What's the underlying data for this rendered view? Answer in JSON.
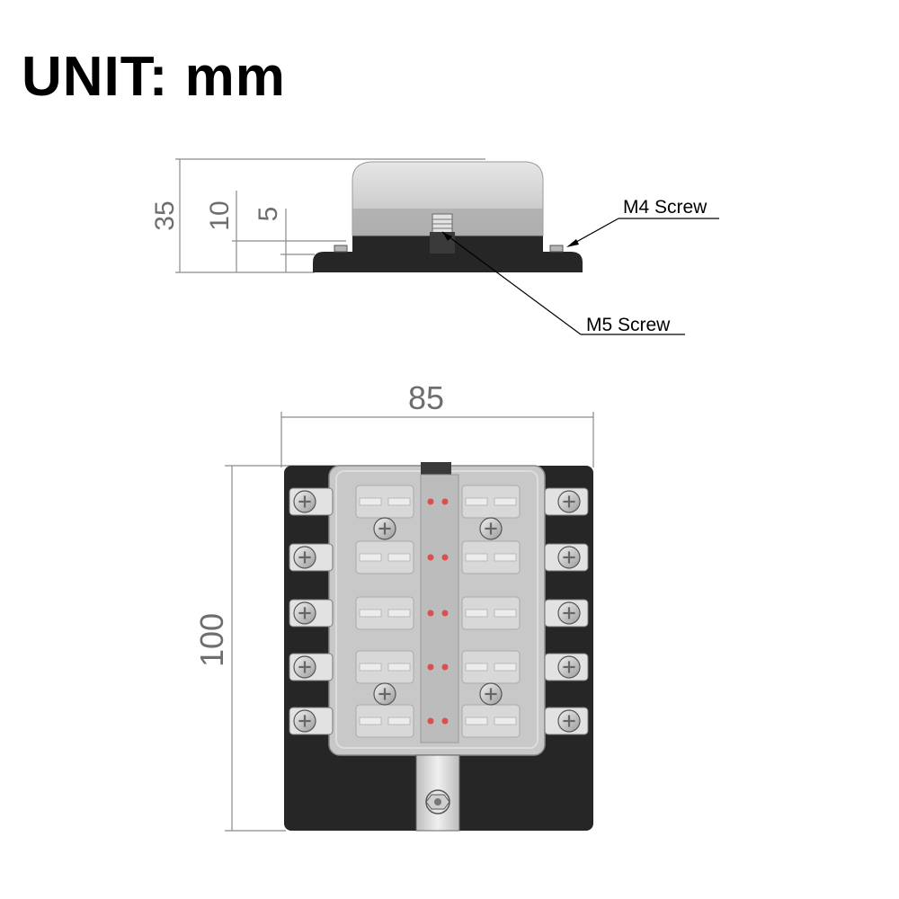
{
  "title": "UNIT: mm",
  "side_view": {
    "dimensions": {
      "total_height": "35",
      "cover_height": "10",
      "base_height": "5"
    },
    "callouts": {
      "m4": "M4 Screw",
      "m5": "M5 Screw"
    }
  },
  "top_view": {
    "dimensions": {
      "width": "85",
      "height": "100"
    },
    "fuse_slots": 10,
    "terminal_screws_per_side": 5
  },
  "colors": {
    "body": "#262626",
    "cover": "#d0d0d0",
    "led": "#e23c3c",
    "dimension_line": "#8a8a8a"
  }
}
